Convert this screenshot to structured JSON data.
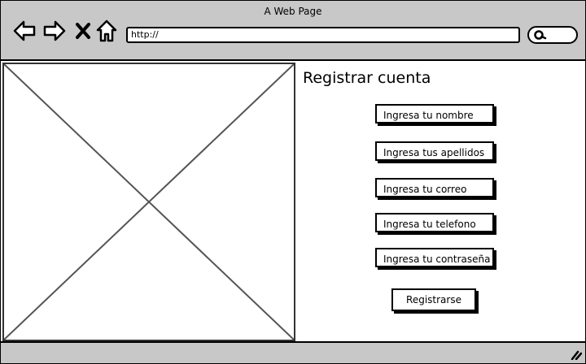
{
  "window": {
    "title": "A Web Page"
  },
  "browser": {
    "address": "http://",
    "nav_icons": [
      "back-arrow-icon",
      "forward-arrow-icon",
      "close-x-icon",
      "home-icon"
    ],
    "search_icon": "search-icon"
  },
  "form": {
    "title": "Registrar cuenta",
    "fields": [
      "Ingresa tu nombre",
      "Ingresa tus apellidos",
      "Ingresa tu correo",
      "Ingresa tu telefono",
      "Ingresa tu contraseña"
    ],
    "submit_label": "Registrarse"
  },
  "colors": {
    "chrome": "#c8c8c8",
    "stroke": "#000000"
  }
}
